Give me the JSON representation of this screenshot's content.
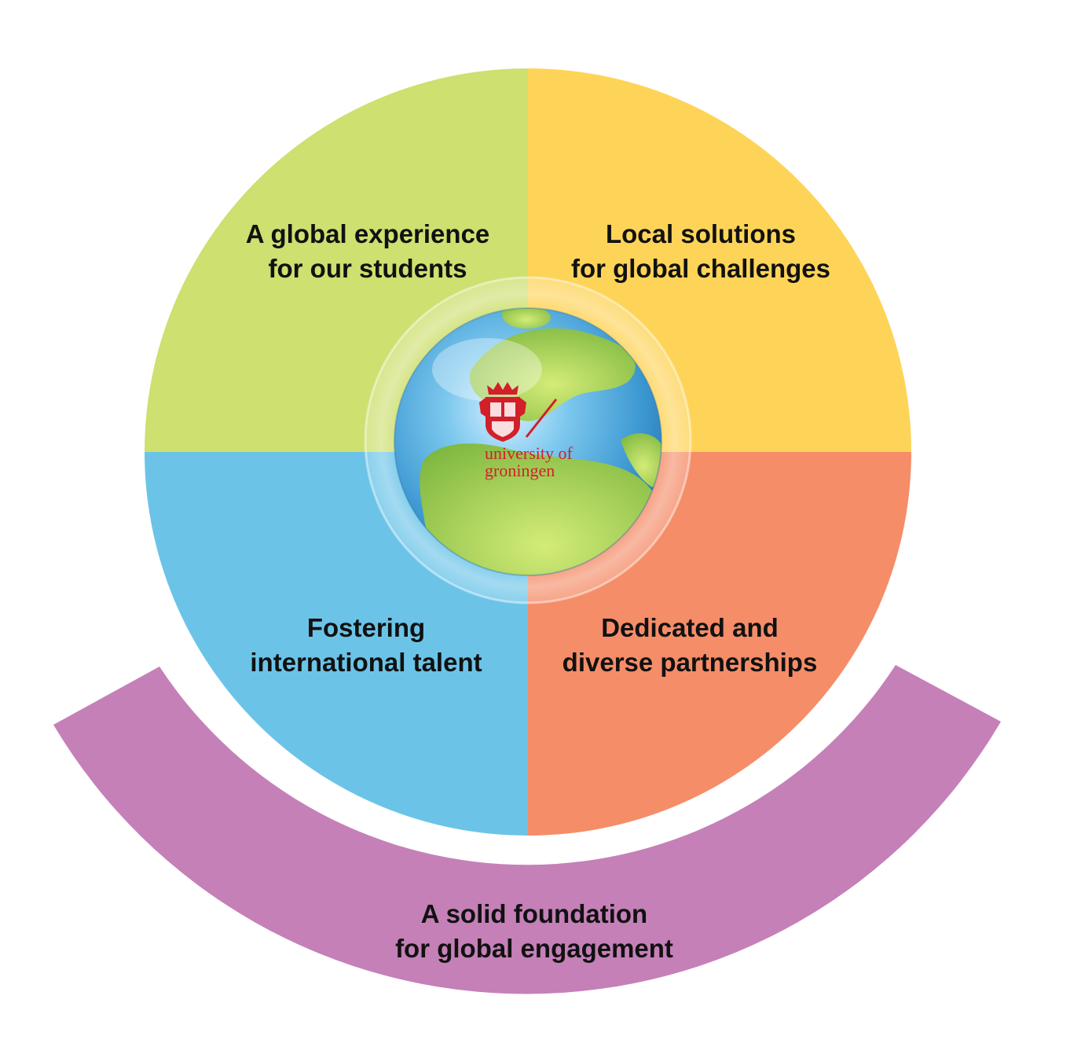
{
  "colors": {
    "top_left": "#cde070",
    "top_right": "#fed458",
    "bottom_left": "#6bc4e8",
    "bottom_right": "#f58d68",
    "foundation_arc": "#c580b8",
    "logo_red": "#d31f2a"
  },
  "quadrants": {
    "top_left": {
      "line1": "A global experience",
      "line2": "for our students"
    },
    "top_right": {
      "line1": "Local solutions",
      "line2": "for global challenges"
    },
    "bottom_left": {
      "line1": "Fostering",
      "line2": "international talent"
    },
    "bottom_right": {
      "line1": "Dedicated and",
      "line2": "diverse partnerships"
    }
  },
  "foundation": {
    "line1": "A solid foundation",
    "line2": "for global engagement"
  },
  "logo": {
    "line1": "university of",
    "line2": "groningen",
    "icon": "university-crest-icon"
  },
  "center_icon": "globe-icon"
}
